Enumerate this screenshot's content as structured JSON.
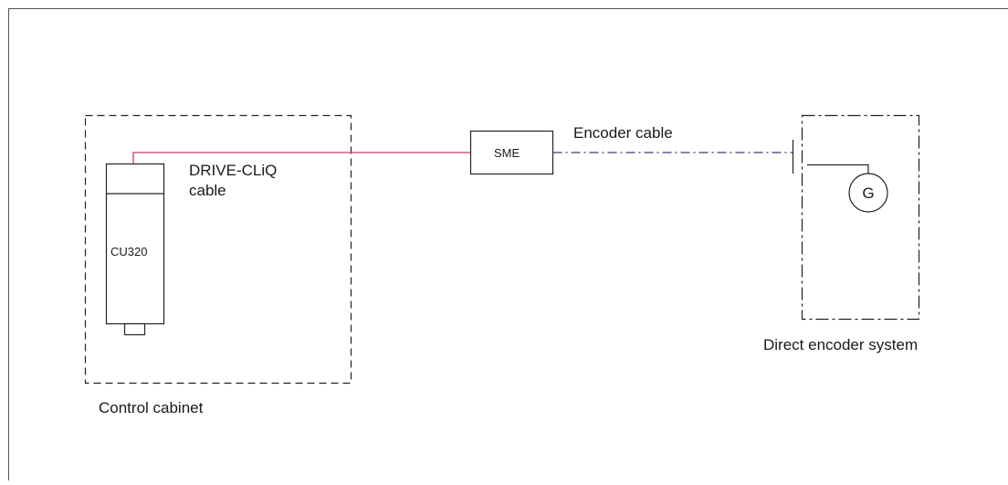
{
  "labels": {
    "control_cabinet": "Control cabinet",
    "cu320": "CU320",
    "drive_cliq_line1": "DRIVE-CLiQ",
    "drive_cliq_line2": "cable",
    "sme": "SME",
    "encoder_cable": "Encoder cable",
    "encoder_symbol": "G",
    "direct_encoder_system": "Direct encoder system"
  },
  "colors": {
    "drive_cliq_cable": "#e0306a",
    "encoder_cable": "#3a3a8c",
    "outline": "#222222"
  }
}
